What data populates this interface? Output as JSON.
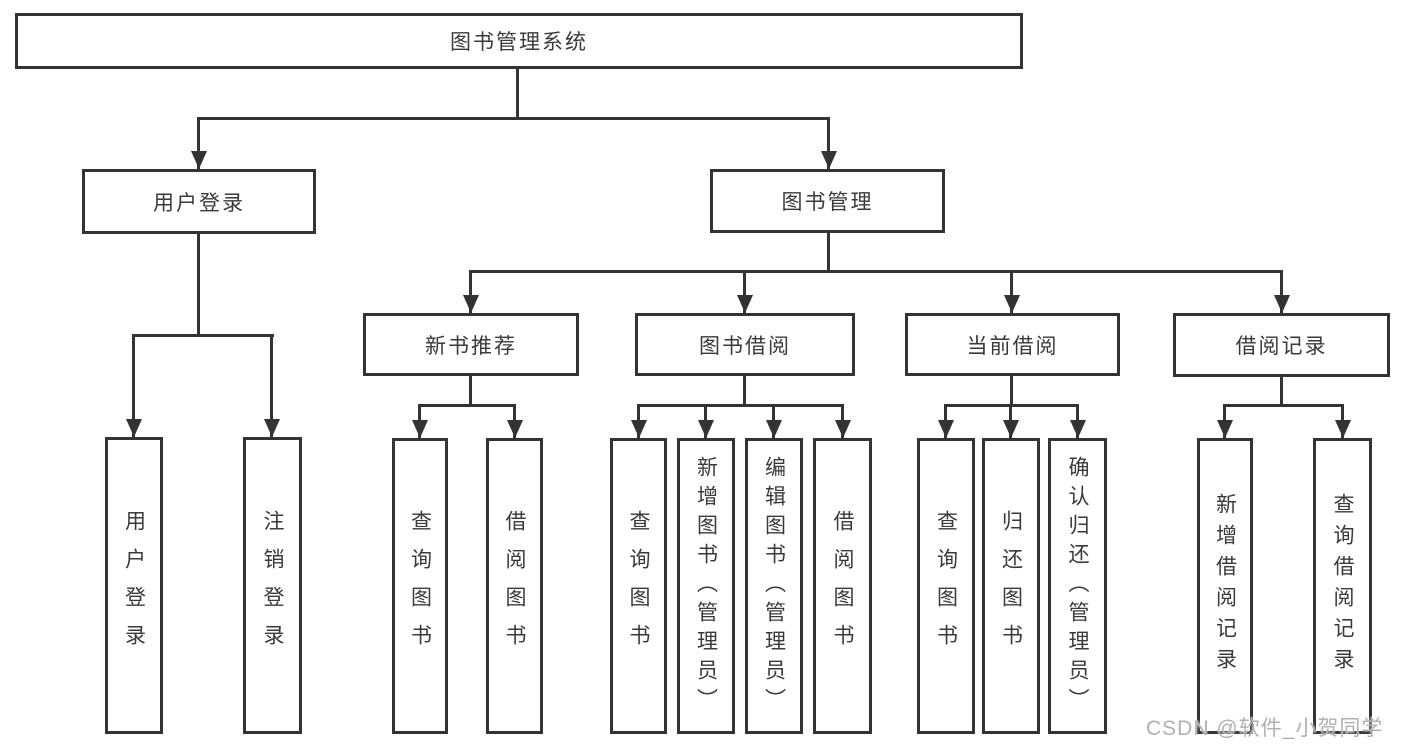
{
  "diagram_title": "图书管理系统",
  "tree": {
    "label": "图书管理系统",
    "children": [
      {
        "label": "用户登录",
        "children": [
          {
            "label": "用户登录"
          },
          {
            "label": "注销登录"
          }
        ]
      },
      {
        "label": "图书管理",
        "children": [
          {
            "label": "新书推荐",
            "children": [
              {
                "label": "查询图书"
              },
              {
                "label": "借阅图书"
              }
            ]
          },
          {
            "label": "图书借阅",
            "children": [
              {
                "label": "查询图书"
              },
              {
                "label": "新增图书（管理员）"
              },
              {
                "label": "编辑图书（管理员）"
              },
              {
                "label": "借阅图书"
              }
            ]
          },
          {
            "label": "当前借阅",
            "children": [
              {
                "label": "查询图书"
              },
              {
                "label": "归还图书"
              },
              {
                "label": "确认归还（管理员）"
              }
            ]
          },
          {
            "label": "借阅记录",
            "children": [
              {
                "label": "新增借阅记录"
              },
              {
                "label": "查询借阅记录"
              }
            ]
          }
        ]
      }
    ]
  },
  "watermark": "CSDN @软件_小贺同学",
  "colors": {
    "line": "#333333",
    "text": "#3a3a3a",
    "background": "#ffffff",
    "watermark": "#b0b0b0"
  }
}
